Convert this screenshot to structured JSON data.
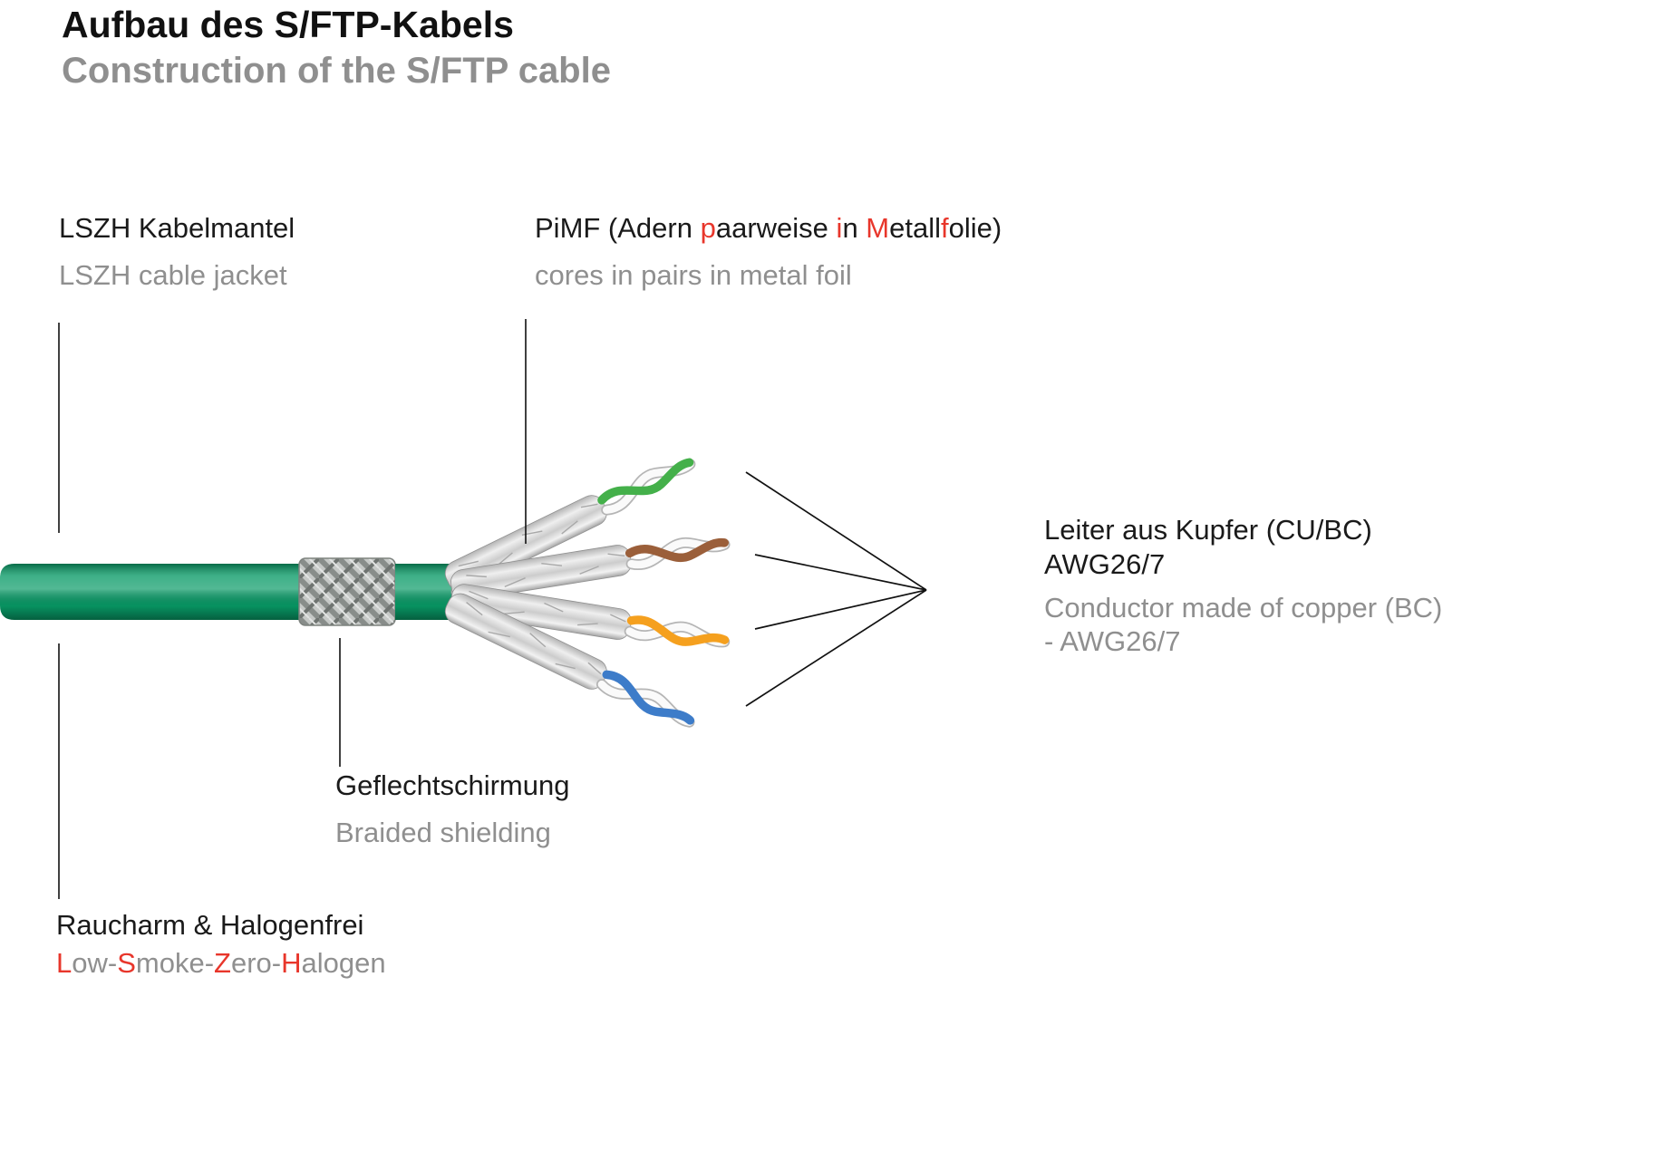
{
  "page": {
    "title": "Aufbau des S/FTP-Kabels",
    "subtitle": "Construction of the S/FTP cable"
  },
  "labels": {
    "jacket": {
      "de": "LSZH Kabelmantel",
      "en": "LSZH cable jacket"
    },
    "pimf": {
      "de_parts": [
        {
          "t": "PiMF (Adern "
        },
        {
          "t": "p",
          "c": "#e8362b"
        },
        {
          "t": "aarweise "
        },
        {
          "t": "i",
          "c": "#e8362b"
        },
        {
          "t": "n "
        },
        {
          "t": "M",
          "c": "#e8362b"
        },
        {
          "t": "etall"
        },
        {
          "t": "f",
          "c": "#e8362b"
        },
        {
          "t": "olie)"
        }
      ],
      "en": "cores in pairs in metal foil"
    },
    "conductor": {
      "de": "Leiter aus Kupfer (CU/BC) AWG26/7",
      "en": "Conductor made of copper (BC) - AWG26/7"
    },
    "braid": {
      "de": "Geflechtschirmung",
      "en": "Braided shielding"
    },
    "lszh": {
      "de": "Raucharm & Halogenfrei",
      "en_parts": [
        {
          "t": "L",
          "c": "#e8362b"
        },
        {
          "t": "ow-"
        },
        {
          "t": "S",
          "c": "#e8362b"
        },
        {
          "t": "moke-"
        },
        {
          "t": "Z",
          "c": "#e8362b"
        },
        {
          "t": "ero-"
        },
        {
          "t": "H",
          "c": "#e8362b"
        },
        {
          "t": "alogen"
        }
      ]
    }
  },
  "cable": {
    "jacket_color": "#089a66",
    "jacket_rim_color": "#05684a",
    "braid_base_color": "#c6c9c7",
    "foil_color": "#d9d9d9",
    "pairs": [
      {
        "name": "green-pair",
        "color": "#44b04a"
      },
      {
        "name": "brown-pair",
        "color": "#9b5f3a"
      },
      {
        "name": "orange-pair",
        "color": "#f5a01e"
      },
      {
        "name": "blue-pair",
        "color": "#3d7cc9"
      }
    ]
  },
  "colors": {
    "text": "#1a1a1a",
    "muted": "#8f8f8f",
    "accent_red": "#e8362b",
    "line": "#111111"
  }
}
